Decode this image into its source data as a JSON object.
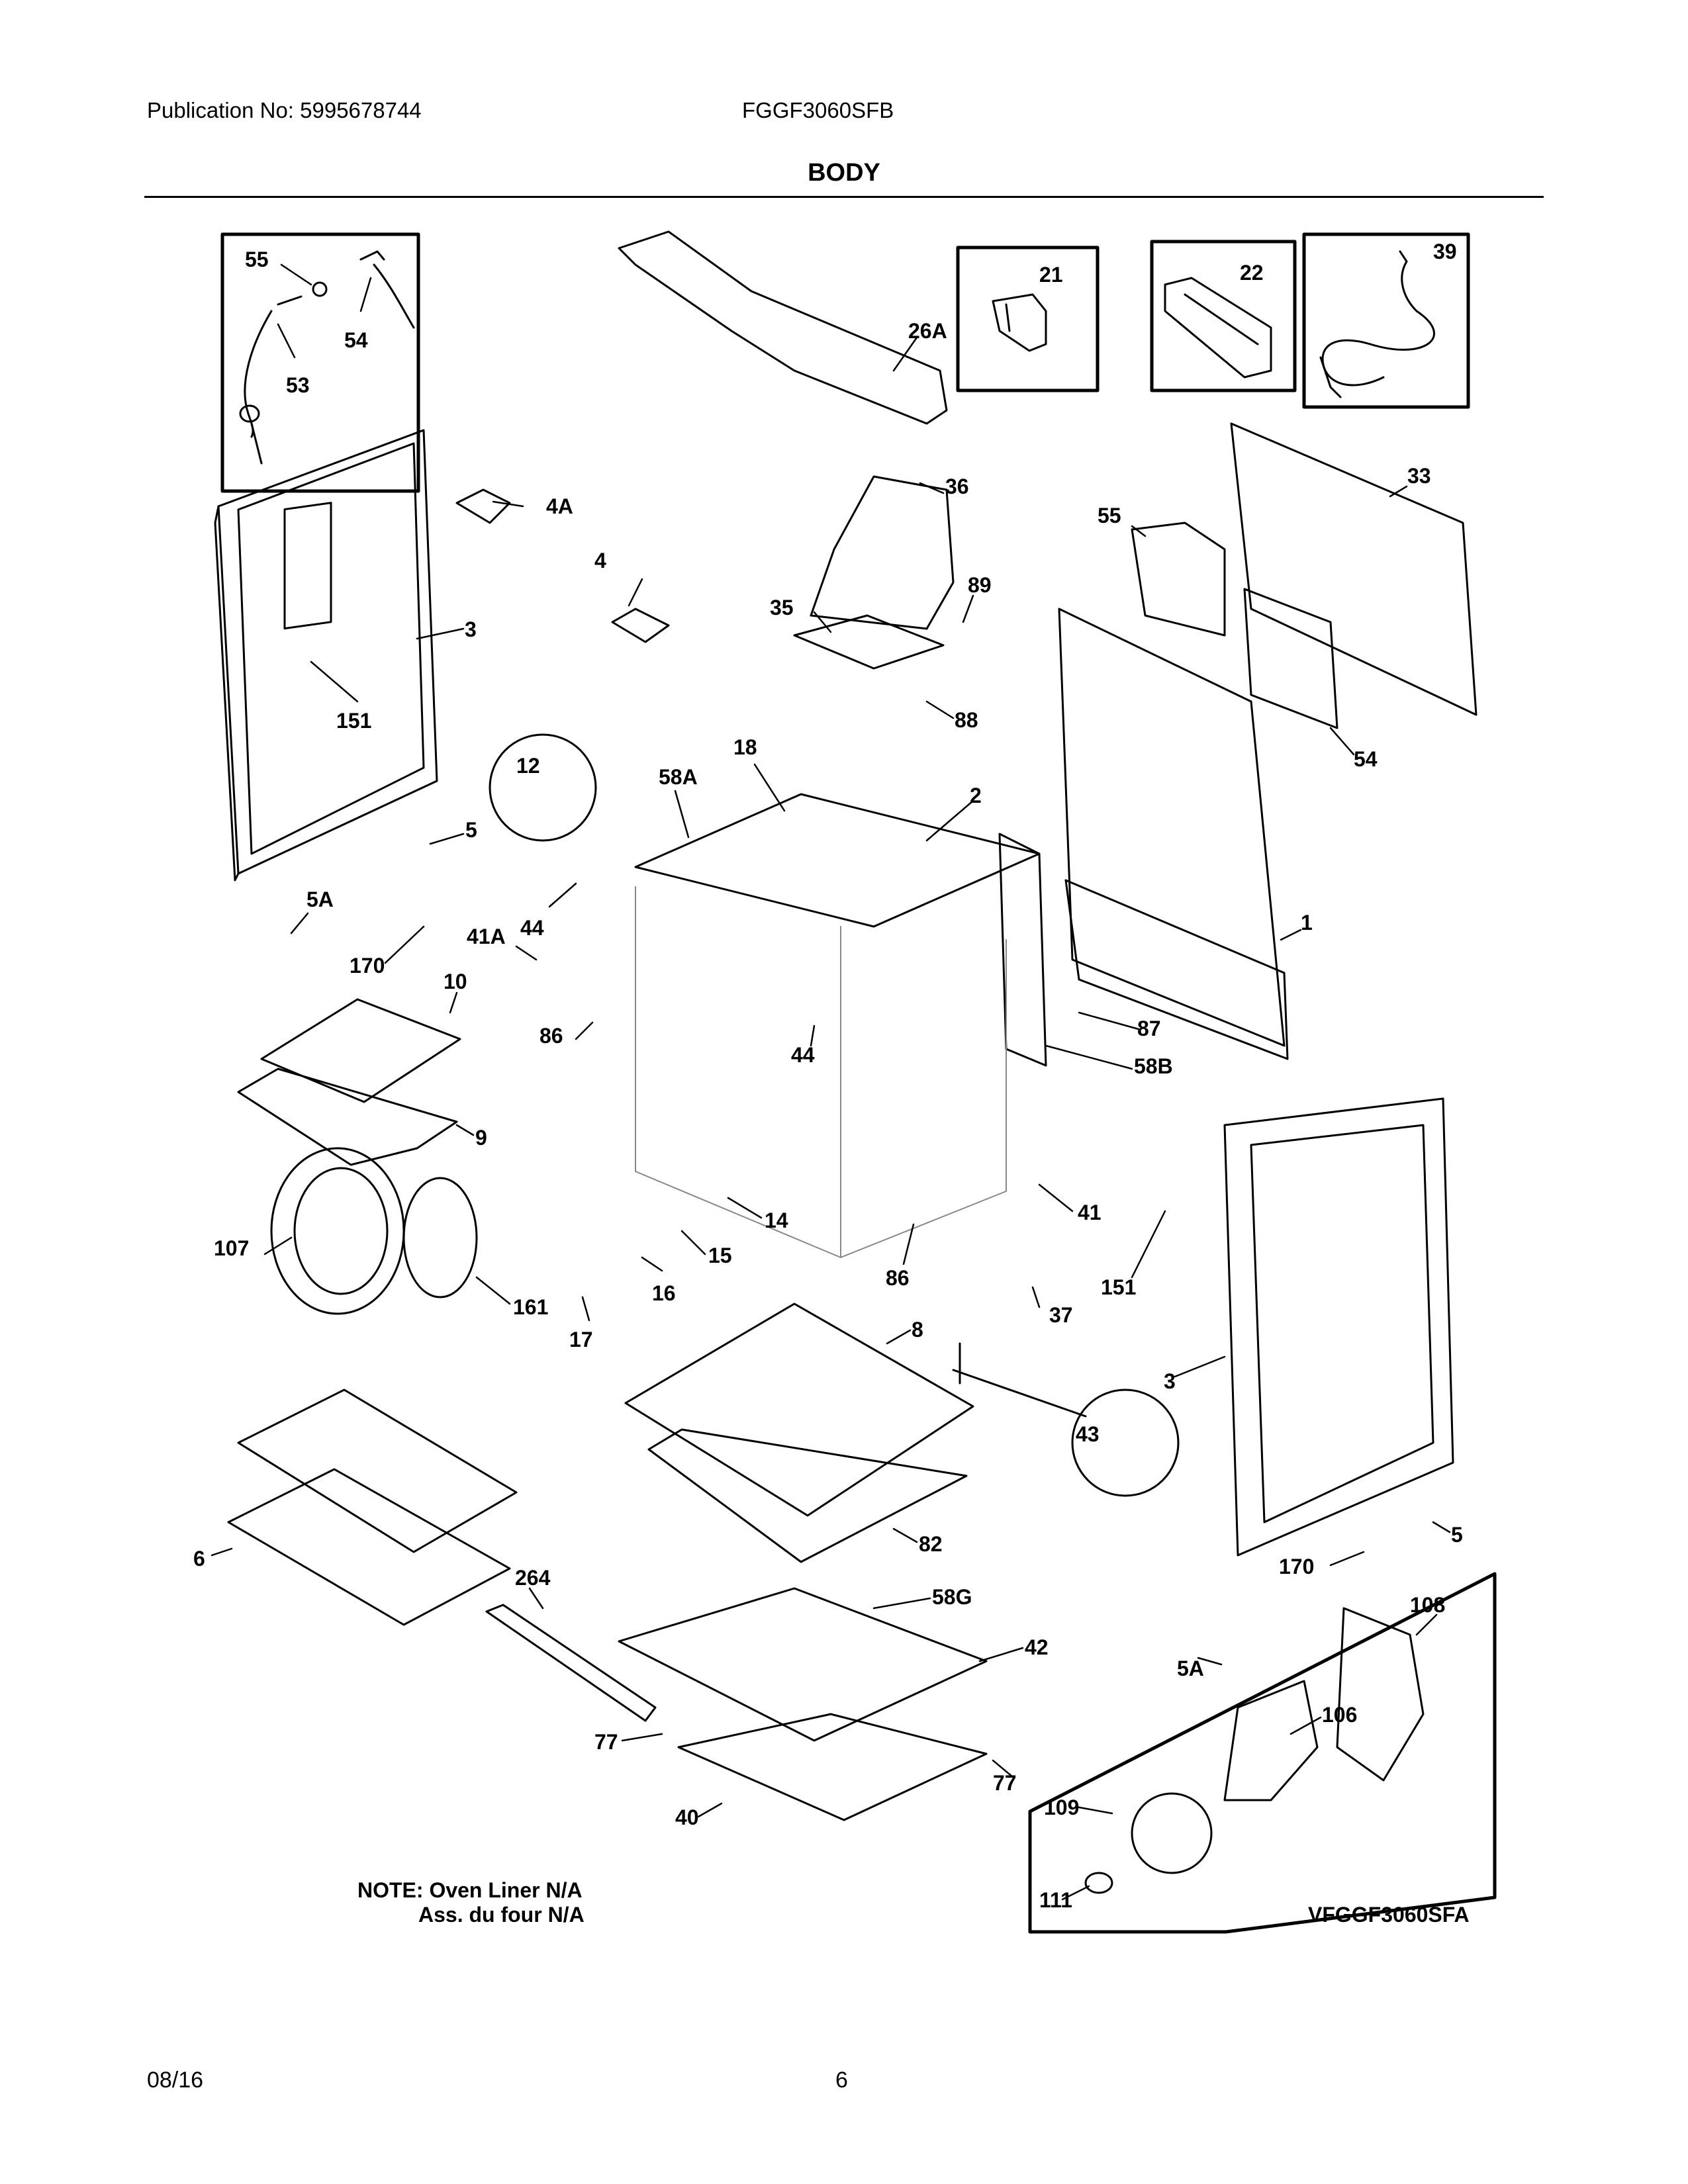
{
  "header": {
    "publication": "Publication No: 5995678744",
    "model": "FGGF3060SFB"
  },
  "title": "BODY",
  "callouts": [
    {
      "label": "55"
    },
    {
      "label": "54"
    },
    {
      "label": "53"
    },
    {
      "label": "26A"
    },
    {
      "label": "21"
    },
    {
      "label": "22"
    },
    {
      "label": "39"
    },
    {
      "label": "4A"
    },
    {
      "label": "3"
    },
    {
      "label": "4"
    },
    {
      "label": "36"
    },
    {
      "label": "33"
    },
    {
      "label": "55"
    },
    {
      "label": "35"
    },
    {
      "label": "89"
    },
    {
      "label": "151"
    },
    {
      "label": "88"
    },
    {
      "label": "54"
    },
    {
      "label": "12"
    },
    {
      "label": "18"
    },
    {
      "label": "58A"
    },
    {
      "label": "2"
    },
    {
      "label": "5"
    },
    {
      "label": "5A"
    },
    {
      "label": "44"
    },
    {
      "label": "41A"
    },
    {
      "label": "1"
    },
    {
      "label": "170"
    },
    {
      "label": "10"
    },
    {
      "label": "87"
    },
    {
      "label": "86"
    },
    {
      "label": "44"
    },
    {
      "label": "58B"
    },
    {
      "label": "9"
    },
    {
      "label": "14"
    },
    {
      "label": "41"
    },
    {
      "label": "107"
    },
    {
      "label": "15"
    },
    {
      "label": "86"
    },
    {
      "label": "151"
    },
    {
      "label": "161"
    },
    {
      "label": "16"
    },
    {
      "label": "37"
    },
    {
      "label": "17"
    },
    {
      "label": "8"
    },
    {
      "label": "3"
    },
    {
      "label": "43"
    },
    {
      "label": "82"
    },
    {
      "label": "6"
    },
    {
      "label": "5"
    },
    {
      "label": "170"
    },
    {
      "label": "264"
    },
    {
      "label": "58G"
    },
    {
      "label": "108"
    },
    {
      "label": "42"
    },
    {
      "label": "5A"
    },
    {
      "label": "106"
    },
    {
      "label": "77"
    },
    {
      "label": "77"
    },
    {
      "label": "109"
    },
    {
      "label": "40"
    },
    {
      "label": "111"
    }
  ],
  "notes": {
    "line1": "NOTE: Oven Liner N/A",
    "line2": "Ass. du four N/A"
  },
  "diagram_code": "VFGGF3060SFA",
  "footer": {
    "date": "08/16",
    "page": "6"
  }
}
